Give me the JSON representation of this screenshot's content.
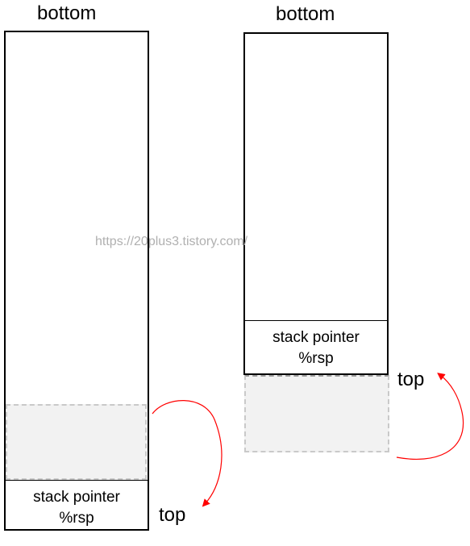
{
  "left_stack": {
    "bottom_label": "bottom",
    "sp_line1": "stack pointer",
    "sp_line2": "%rsp",
    "top_label": "top"
  },
  "right_stack": {
    "bottom_label": "bottom",
    "sp_line1": "stack pointer",
    "sp_line2": "%rsp",
    "top_label": "top"
  },
  "watermark": "https://20plus3.tistory.com/",
  "colors": {
    "arrow": "#ff0000",
    "ghost_fill": "#f2f2f2",
    "ghost_border": "#c9c9c9",
    "outline": "#000000"
  }
}
